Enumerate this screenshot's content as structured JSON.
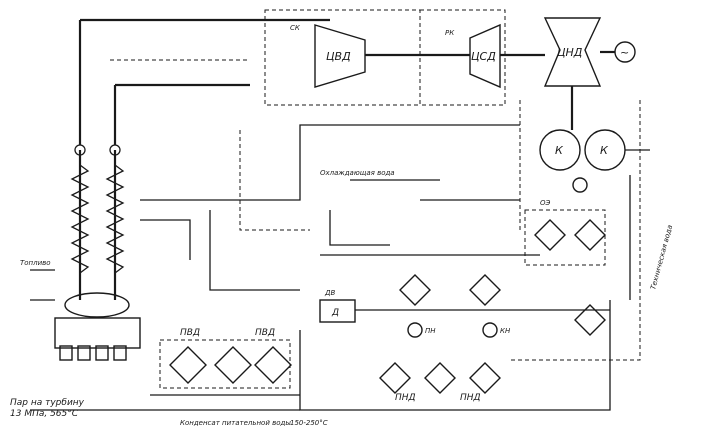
{
  "labels": {
    "turbine_hp": "ЦВД",
    "turbine_ip": "ЦСД",
    "turbine_lp": "ЦНД",
    "condenser_1": "К",
    "condenser_2": "К",
    "deaerator": "Д",
    "generator_symbol": "~",
    "steam_out": "Пар на турбину",
    "steam_spec": "13 МПа, 565°С",
    "bottom_caption": "Конденсат питательной воды",
    "water_temp": "150-250°С",
    "fuel": "Топливо",
    "hp_heater_1": "ПВД",
    "hp_heater_2": "ПВД",
    "lp_heater_1": "ПНД",
    "lp_heater_2": "ПНД",
    "pump_1": "ПН",
    "pump_2": "КН",
    "cooling_water": "Охлаждающая вода",
    "right_vertical": "Техническая вода",
    "node_1": "РК",
    "node_2": "СК",
    "node_3": "ДВ",
    "node_4": "ОЭ"
  }
}
